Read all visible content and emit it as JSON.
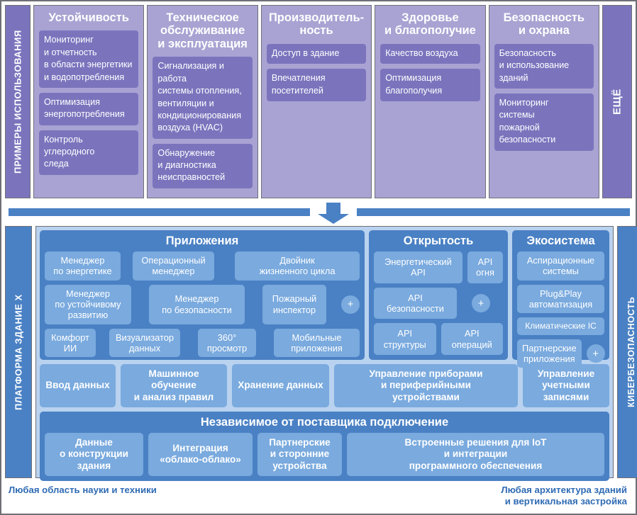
{
  "colors": {
    "purple_panel": "#a9a3d3",
    "purple_item": "#7b74bd",
    "blue_group": "#4a81c4",
    "blue_chip": "#7aaade",
    "blue_panel": "#b9d2ef",
    "footer_text": "#2f6bb3",
    "frame": "#6f6f76"
  },
  "top_panel": {
    "side_label": "ПРИМЕРЫ ИСПОЛЬЗОВАНИЯ",
    "more_label": "ЕЩЁ",
    "columns": [
      {
        "title": "Устойчивость",
        "items": [
          "Мониторинг\nи отчетность\nв области энергетики\nи водопотребления",
          "Оптимизация\nэнергопотребления",
          "Контроль углеродного\nследа"
        ]
      },
      {
        "title": "Техническое\nобслуживание\nи эксплуатация",
        "items": [
          "Сигнализация и работа\nсистемы отопления,\nвентиляции и\nкондиционирования\nвоздуха (HVAC)",
          "Обнаружение\nи диагностика\nнеисправностей"
        ]
      },
      {
        "title": "Производитель-\nность",
        "items": [
          "Доступ в здание",
          "Впечатления\nпосетителей"
        ]
      },
      {
        "title": "Здоровье\nи благополучие",
        "items": [
          "Качество воздуха",
          "Оптимизация\nблагополучия"
        ]
      },
      {
        "title": "Безопасность\nи охрана",
        "items": [
          "Безопасность\nи использование\nзданий",
          "Мониторинг\nсистемы\nпожарной\nбезопасности"
        ]
      }
    ]
  },
  "divider": {
    "arrow_icon": "down-arrow-icon"
  },
  "bottom_panel": {
    "side_label": "ПЛАТФОРМА ЗДАНИЕ Х",
    "right_label": "КИБЕРБЕЗОПАСНОСТЬ",
    "applications": {
      "title": "Приложения",
      "row1": [
        "Менеджер\nпо энергетике",
        "Операционный\nменеджер",
        "Двойник\nжизненного цикла"
      ],
      "row2": [
        "Менеджер\nпо устойчивому\nразвитию",
        "Менеджер\nпо безопасности",
        "Пожарный\nинспектор"
      ],
      "row2_plus": "+",
      "row3": [
        "Комфорт\nИИ",
        "Визуализатор\nданных",
        "360°\nпросмотр",
        "Мобильные\nприложения"
      ]
    },
    "openness": {
      "title": "Открытость",
      "row1": [
        "Энергетический\nAPI",
        "API\nогня"
      ],
      "row2": [
        "API\nбезопасности"
      ],
      "row2_plus": "+",
      "row3": [
        "API\nструктуры",
        "API\nопераций"
      ]
    },
    "ecosystem": {
      "title": "Экосистема",
      "items": [
        "Аспирационные\nсистемы",
        "Plug&Play\nавтоматизация",
        "Климатические IC"
      ],
      "last_item": "Партнерские\nприложения",
      "last_plus": "+"
    },
    "middle_row": [
      "Ввод данных",
      "Машинное обучение\nи анализ правил",
      "Хранение данных",
      "Управление приборами\nи периферийными\nустройствами",
      "Управление\nучетными\nзаписями"
    ],
    "connectivity": {
      "title": "Независимое от поставщика подключение",
      "items": [
        "Данные\nо конструкции\nздания",
        "Интеграция\n«облако-облако»",
        "Партнерские\nи сторонние\nустройства",
        "Встроенные решения для IoT\nи интеграции\nпрограммного обеспечения"
      ]
    }
  },
  "footer": {
    "left": "Любая область науки и техники",
    "right": "Любая архитектура зданий\nи вертикальная застройка"
  }
}
